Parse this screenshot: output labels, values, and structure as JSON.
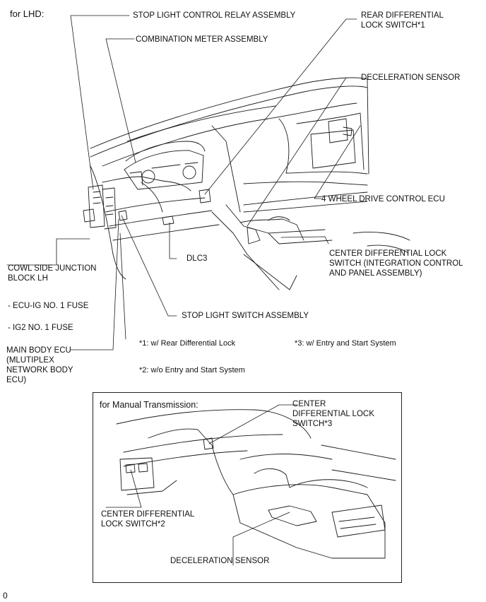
{
  "main": {
    "variant_label": "for LHD:",
    "labels": {
      "stop_light_relay": "STOP LIGHT CONTROL RELAY ASSEMBLY",
      "combination_meter": "COMBINATION METER ASSEMBLY",
      "rear_diff_lock_switch": "REAR DIFFERENTIAL\nLOCK SWITCH*1",
      "deceleration_sensor": "DECELERATION SENSOR",
      "four_wd_ecu": "4 WHEEL DRIVE CONTROL ECU",
      "center_diff_lock_switch": "CENTER DIFFERENTIAL LOCK\nSWITCH (INTEGRATION CONTROL\nAND PANEL ASSEMBLY)",
      "dlc3": "DLC3",
      "cowl_side_jb": "COWL SIDE JUNCTION\nBLOCK LH",
      "stop_light_switch": "STOP LIGHT SWITCH ASSEMBLY",
      "ecu_ig_fuse": "- ECU-IG NO. 1 FUSE",
      "ig2_fuse": "- IG2 NO. 1 FUSE",
      "main_body_ecu": "MAIN BODY ECU\n(MLUTIPLEX\nNETWORK BODY\nECU)"
    },
    "notes": {
      "note1": "*1: w/ Rear Differential Lock",
      "note2": "*2: w/o Entry and Start System",
      "note3": "*3: w/ Entry and Start System"
    }
  },
  "inset": {
    "title": "for Manual Transmission:",
    "labels": {
      "center_diff_switch_3": "CENTER\nDIFFERENTIAL LOCK\nSWITCH*3",
      "center_diff_switch_2": "CENTER DIFFERENTIAL\nLOCK SWITCH*2",
      "deceleration_sensor": "DECELERATION SENSOR"
    }
  },
  "footer": {
    "figure_code": "0"
  }
}
